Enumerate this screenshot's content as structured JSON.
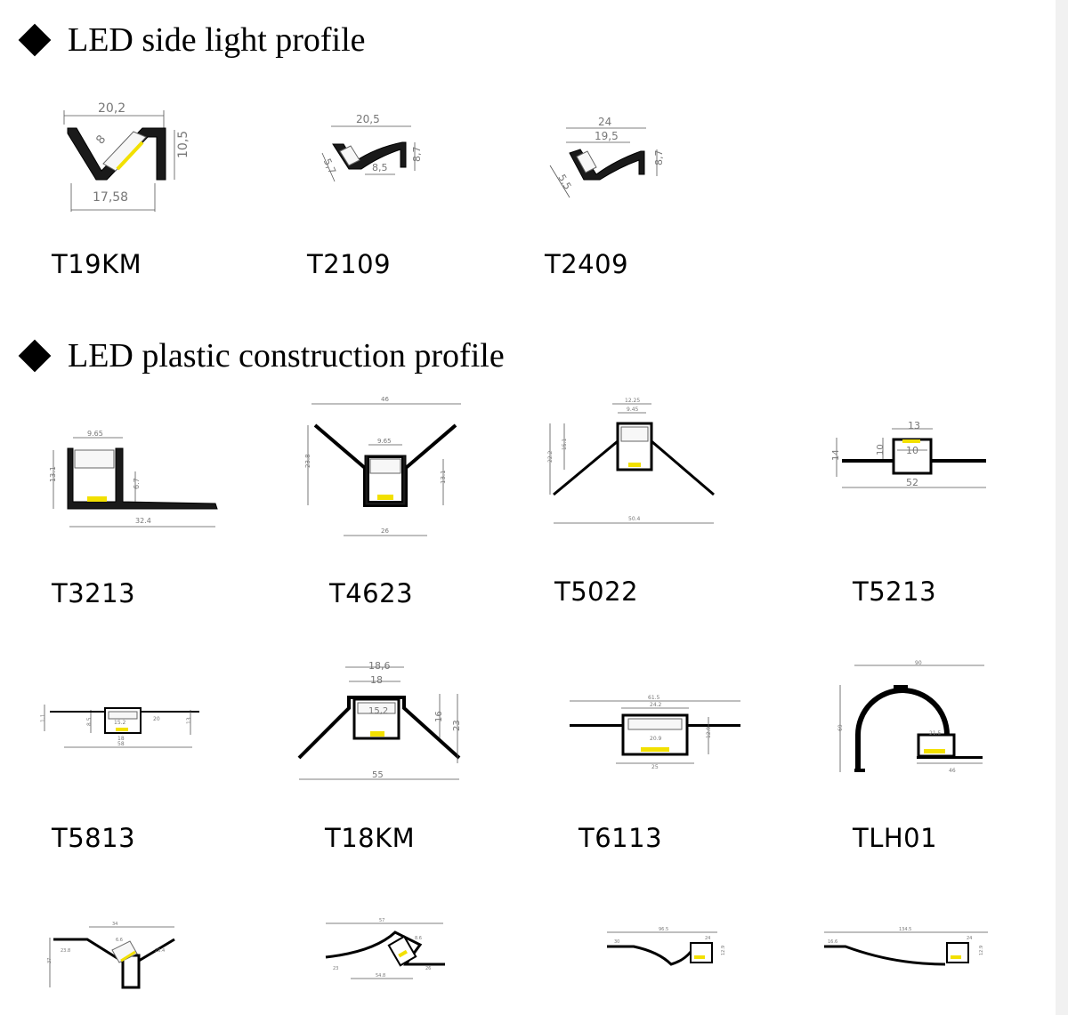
{
  "sections": [
    {
      "title": "LED side light profile"
    },
    {
      "title": "LED plastic construction profile"
    }
  ],
  "profiles": {
    "t19km": {
      "code": "T19KM",
      "dims": {
        "top": "20,2",
        "diag": "8",
        "bottom": "17,58",
        "height": "10,5"
      }
    },
    "t2109": {
      "code": "T2109",
      "dims": {
        "top": "20,5",
        "side": "5,7",
        "inner": "8,5",
        "height": "8,7"
      }
    },
    "t2409": {
      "code": "T2409",
      "dims": {
        "outer": "24",
        "inner": "19,5",
        "side": "5,5",
        "height": "8,7"
      }
    },
    "t3213": {
      "code": "T3213",
      "dims": {
        "top": "9.65",
        "height": "13.1",
        "inner": "6.7",
        "bottom": "32.4"
      }
    },
    "t4623": {
      "code": "T4623",
      "dims": {
        "top": "46",
        "inner": "9.65",
        "left": "23.8",
        "right": "13.1",
        "bottom": "26"
      }
    },
    "t5022": {
      "code": "T5022",
      "dims": {
        "top": "12.25",
        "inner": "9.45",
        "left": "22.2",
        "left2": "15.1",
        "bottom": "50.4"
      }
    },
    "t5213": {
      "code": "T5213",
      "dims": {
        "top": "13",
        "inner": "10",
        "h1": "14",
        "h2": "10",
        "bottom": "52"
      }
    },
    "t5813": {
      "code": "T5813",
      "dims": {
        "a": "1.1",
        "b": "8.5",
        "c": "15.2",
        "d": "18",
        "e": "58",
        "f": "20",
        "g": "13"
      }
    },
    "t18km": {
      "code": "T18KM",
      "dims": {
        "top": "18,6",
        "second": "18",
        "inner": "15,2",
        "h1": "16",
        "h2": "23",
        "bottom": "55"
      }
    },
    "t6113": {
      "code": "T6113",
      "dims": {
        "top": "61.5",
        "second": "24.2",
        "inner": "20.9",
        "bottom": "25",
        "height": "12.9"
      }
    },
    "tlh01": {
      "code": "TLH01",
      "dims": {
        "top": "90",
        "height": "69",
        "inner": "21.5",
        "bottom": "46"
      }
    },
    "row4a": {
      "dims": {
        "top": "34",
        "left": "23.8",
        "right": "23.4",
        "diag": "6.6",
        "height": "37"
      }
    },
    "row4b": {
      "dims": {
        "top": "57",
        "diag": "8.6",
        "left": "23",
        "right": "26",
        "bottom": "54.8"
      }
    },
    "row4c": {
      "dims": {
        "top": "96.5",
        "left": "30",
        "right": "24",
        "h": "12.9"
      }
    },
    "row4d": {
      "dims": {
        "top": "134.5",
        "left": "16.6",
        "right": "24",
        "h": "12.9"
      }
    }
  }
}
